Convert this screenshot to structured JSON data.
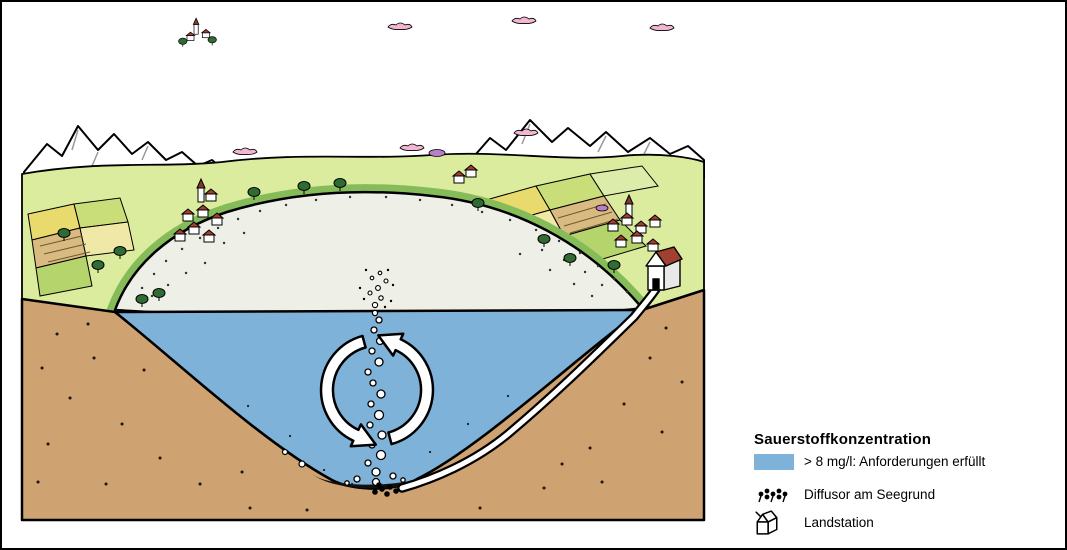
{
  "legend": {
    "title": "Sauerstoffkonzentration",
    "items": [
      {
        "type": "swatch",
        "color": "#7fb2d9",
        "label": "> 8  mg/l: Anforderungen erfüllt"
      },
      {
        "type": "icon",
        "icon": "diffuser-icon",
        "label": "Diffusor am Seegrund"
      },
      {
        "type": "icon",
        "icon": "land-station-icon",
        "label": "Landstation"
      }
    ]
  },
  "illustration": {
    "colors": {
      "water": "#7fb2d9",
      "earth": "#cfa272",
      "land_green": "#dcec9e",
      "shore_green": "#86bb5a",
      "lake_surface": "#eef0e8",
      "roof_red": "#a0402e",
      "tree_green": "#2f6b33",
      "bush_purple": "#b87fc9",
      "cloud_pink": "#f0b6d2",
      "outline": "#000000"
    }
  }
}
